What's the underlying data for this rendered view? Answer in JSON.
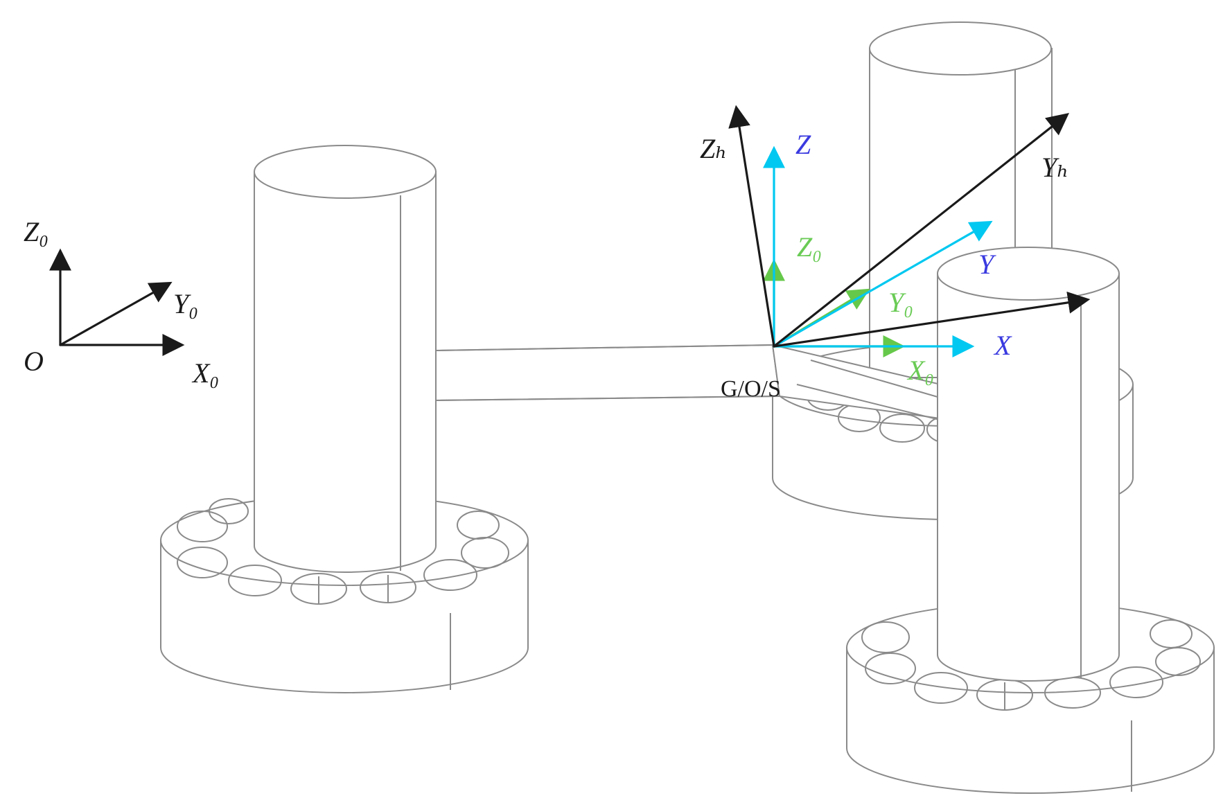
{
  "colors": {
    "line": "#8a8a8a",
    "axis_black": "#1a1a1a",
    "axis_blue": "#00c8f0",
    "axis_green": "#66c84a",
    "label_blue": "#3a3ae0",
    "label_green": "#6acb55"
  },
  "diagram": {
    "labels": {
      "origin": "O",
      "origin_x": "X₀",
      "origin_y": "Y₀",
      "origin_z": "Z₀",
      "body_x": "X₀",
      "body_y": "Y₀",
      "body_z": "Z₀",
      "frame_x": "X",
      "frame_y": "Y",
      "frame_z": "Z",
      "black_y": "Yₕ",
      "black_z": "Zₕ",
      "center": "G/O/S"
    }
  }
}
